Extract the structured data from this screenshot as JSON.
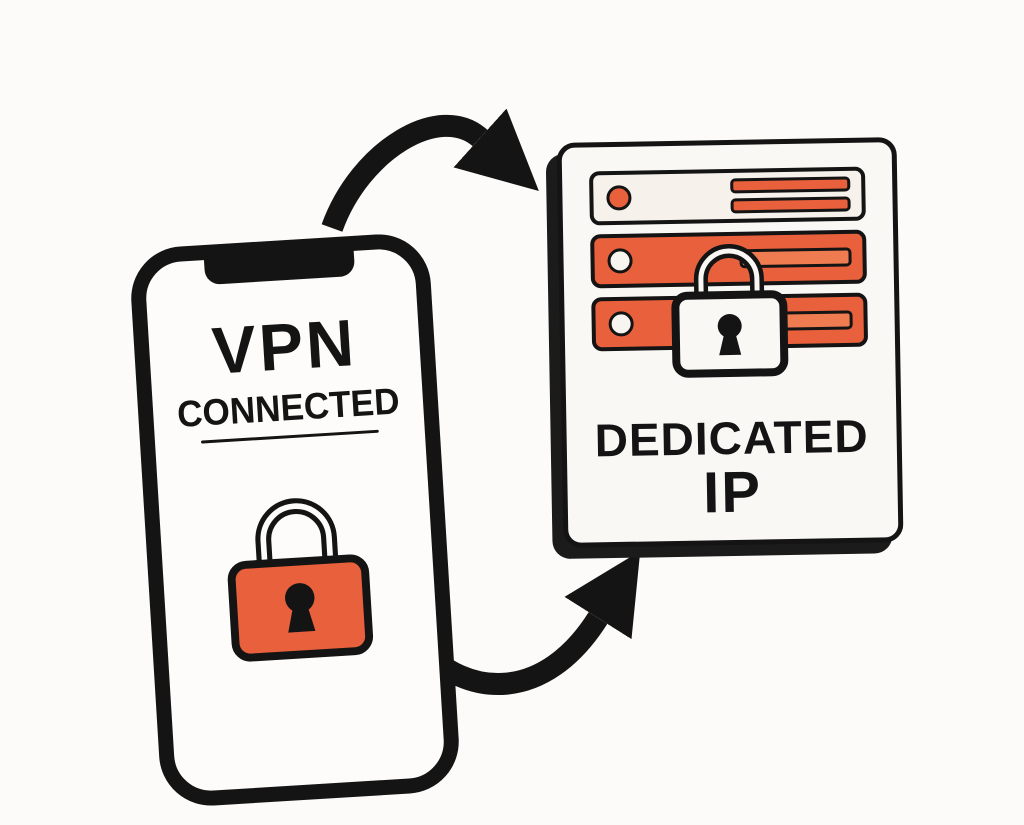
{
  "colors": {
    "canvas_bg": "#FCFBF9",
    "ink": "#141414",
    "orange": "#E8603C",
    "orange_light": "#EF7C50",
    "card_bg": "#FAF8F5"
  },
  "phone": {
    "title": "VPN",
    "subtitle": "CONNECTED",
    "lock_icon": "padlock-locked"
  },
  "server": {
    "label_line1": "DEDICATED",
    "label_line2": "IP",
    "lock_icon": "padlock-locked",
    "rack_rows": 3
  },
  "arrows": {
    "top": "curved-arrow-phone-to-server",
    "bottom": "curved-arrow-phone-to-server"
  }
}
